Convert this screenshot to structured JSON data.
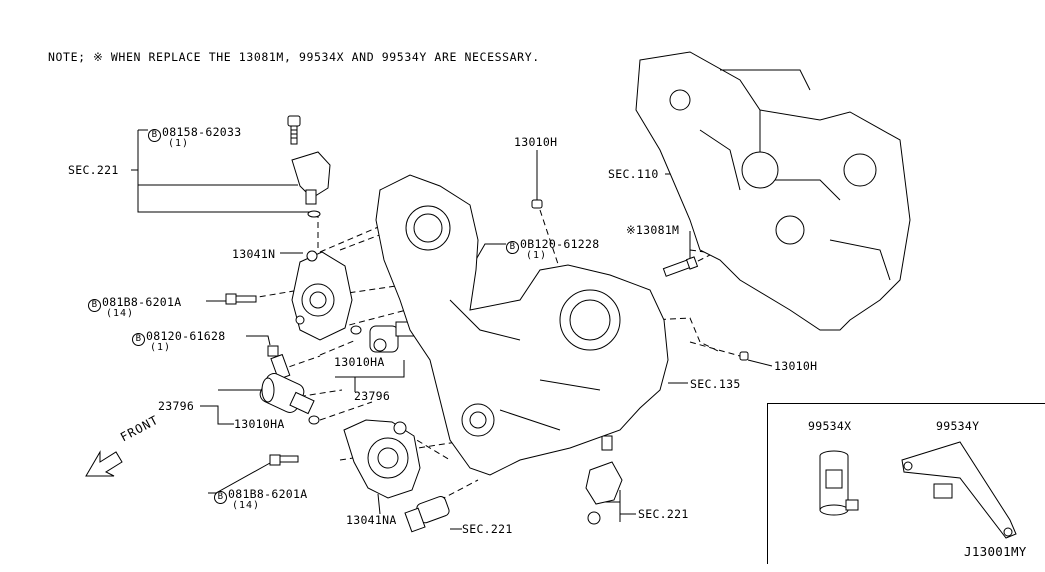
{
  "note": "NOTE; ※ WHEN REPLACE THE 13081M, 99534X AND 99534Y ARE NECESSARY.",
  "labels": {
    "bolt1_code": "08158-62033",
    "bolt1_qty": "(1)",
    "sec221_top": "SEC.221",
    "p13041n": "13041N",
    "bolt2_code": "081B8-6201A",
    "bolt2_qty": "(14)",
    "bolt3_code": "08120-61628",
    "bolt3_qty": "(1)",
    "p23796_left": "23796",
    "p13010ha_left": "13010HA",
    "p13010ha_mid": "13010HA",
    "p23796_mid": "23796",
    "bolt4_code": "081B8-6201A",
    "bolt4_qty": "(14)",
    "p13041na": "13041NA",
    "sec221_bottom": "SEC.221",
    "sec221_right": "SEC.221",
    "p13010h_top": "13010H",
    "bolt5_code": "0B120-61228",
    "bolt5_qty": "(1)",
    "sec110": "SEC.110",
    "p13081m": "※13081M",
    "sec135": "SEC.135",
    "p13010h_right": "13010H",
    "p99534x": "99534X",
    "p99534y": "99534Y",
    "diagram_id": "J13001MY",
    "front": "FRONT",
    "bolt_marker": "B"
  }
}
